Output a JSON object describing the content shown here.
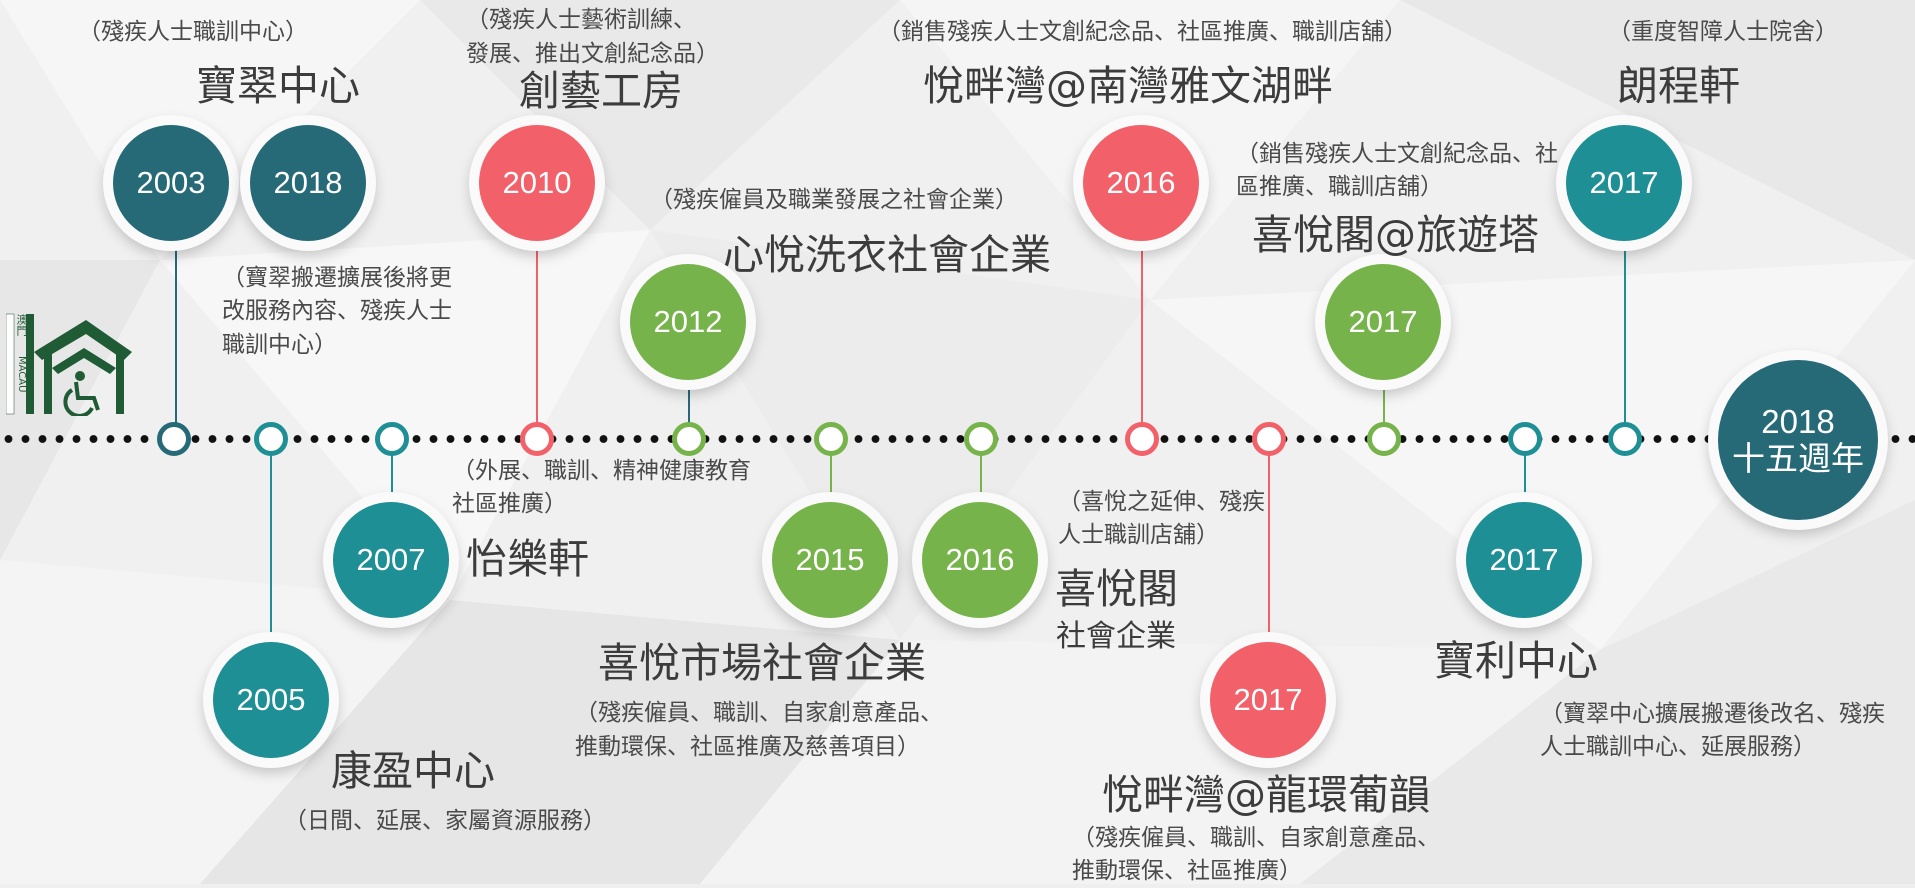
{
  "colors": {
    "teal": "#1e8f94",
    "navy": "#266a78",
    "red": "#f2616a",
    "green": "#77b34b"
  },
  "logo": {
    "text_vertical": "澳門",
    "text_side": "MACAU",
    "icon": "wheelchair-house-icon"
  },
  "milestones": [
    {
      "id": "bc2003",
      "year": "2003",
      "title": "寶翠中心",
      "desc": "（殘疾人士職訓中心）"
    },
    {
      "id": "bc2018",
      "year": "2018",
      "desc": "（寶翠搬遷擴展後將更改服務內容、殘疾人士職訓中心）"
    },
    {
      "id": "hy2005",
      "year": "2005",
      "title": "康盈中心",
      "desc": "（日間、延展、家屬資源服務）"
    },
    {
      "id": "yl2007",
      "year": "2007",
      "title": "怡樂軒",
      "desc": "（外展、職訓、精神健康教育社區推廣）"
    },
    {
      "id": "cy2010",
      "year": "2010",
      "title": "創藝工房",
      "desc_line1": "（殘疾人士藝術訓練、",
      "desc_line2": "發展、推出文創紀念品）"
    },
    {
      "id": "xy2012",
      "year": "2012",
      "title": "心悅洗衣社會企業",
      "desc": "（殘疾僱員及職業發展之社會企業）"
    },
    {
      "id": "xm2015",
      "year": "2015",
      "title": "喜悅市場社會企業",
      "desc_line1": "（殘疾僱員、職訓、自家創意產品、",
      "desc_line2": "推動環保、社區推廣及慈善項目）"
    },
    {
      "id": "xg2016",
      "year": "2016",
      "title_line1": "喜悅閣",
      "title_line2": "社會企業",
      "desc": "（喜悅之延伸、殘疾人士職訓店舖）"
    },
    {
      "id": "yp2016",
      "year": "2016",
      "title": "悅畔灣@南灣雅文湖畔",
      "desc": "（銷售殘疾人士文創紀念品、社區推廣、職訓店舖）"
    },
    {
      "id": "yp2017",
      "year": "2017",
      "title": "悅畔灣@龍環葡韻",
      "desc_line1": "（殘疾僱員、職訓、自家創意產品、",
      "desc_line2": "推動環保、社區推廣）"
    },
    {
      "id": "xg2017",
      "year": "2017",
      "title": "喜悅閣@旅遊塔",
      "desc": "（銷售殘疾人士文創紀念品、社區推廣、職訓店舖）"
    },
    {
      "id": "bl2017",
      "year": "2017",
      "title": "寶利中心",
      "desc": "（寶翠中心擴展搬遷後改名、殘疾人士職訓中心、延展服務）"
    },
    {
      "id": "lc2017",
      "year": "2017",
      "title": "朗程軒",
      "desc": "（重度智障人士院舍）"
    }
  ],
  "anniversary": {
    "line1": "2018",
    "line2": "十五週年"
  }
}
